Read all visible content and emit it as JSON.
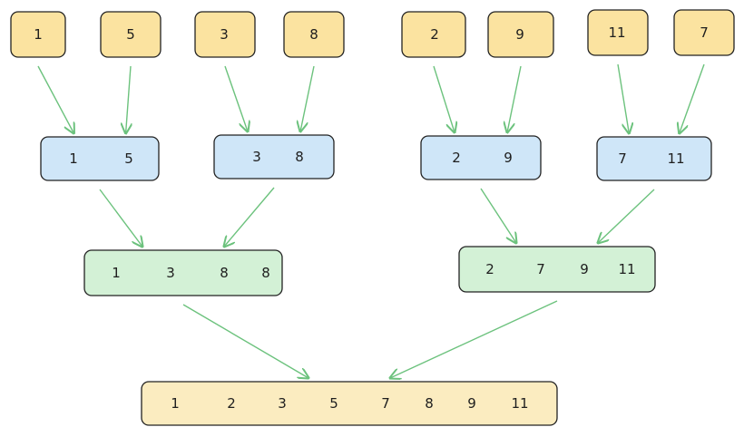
{
  "levels": [
    {
      "style": "yellow",
      "nodes": [
        [
          "1"
        ],
        [
          "5"
        ],
        [
          "3"
        ],
        [
          "8"
        ],
        [
          "2"
        ],
        [
          "9"
        ],
        [
          "11"
        ],
        [
          "7"
        ]
      ]
    },
    {
      "style": "blue",
      "nodes": [
        [
          "1",
          "5"
        ],
        [
          "3",
          "8"
        ],
        [
          "2",
          "9"
        ],
        [
          "7",
          "11"
        ]
      ]
    },
    {
      "style": "green",
      "nodes": [
        [
          "1",
          "3",
          "8",
          "8"
        ],
        [
          "2",
          "7",
          "9",
          "11"
        ]
      ]
    },
    {
      "style": "cream",
      "nodes": [
        [
          "1",
          "2",
          "3",
          "5",
          "7",
          "8",
          "9",
          "11"
        ]
      ]
    }
  ],
  "edges": [
    [
      0,
      0,
      1,
      0
    ],
    [
      0,
      1,
      1,
      0
    ],
    [
      0,
      2,
      1,
      1
    ],
    [
      0,
      3,
      1,
      1
    ],
    [
      0,
      4,
      1,
      2
    ],
    [
      0,
      5,
      1,
      2
    ],
    [
      0,
      6,
      1,
      3
    ],
    [
      0,
      7,
      1,
      3
    ],
    [
      1,
      0,
      2,
      0
    ],
    [
      1,
      1,
      2,
      0
    ],
    [
      1,
      2,
      2,
      1
    ],
    [
      1,
      3,
      2,
      1
    ],
    [
      2,
      0,
      3,
      0
    ],
    [
      2,
      1,
      3,
      0
    ]
  ],
  "colors": {
    "yellow": "#fbe3a0",
    "blue": "#cfe6f8",
    "green": "#d3f1d6",
    "cream": "#fbecc0",
    "arrow": "#6cc27d",
    "stroke": "#222222"
  }
}
